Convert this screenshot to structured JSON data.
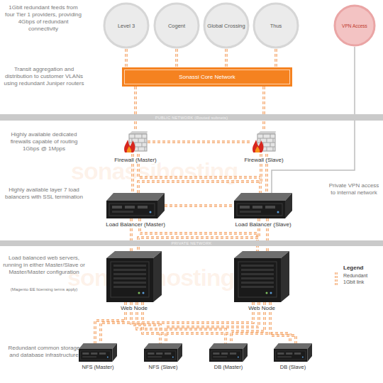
{
  "diagram": {
    "nodes": [
      {
        "text": [
          "Level 3"
        ]
      },
      {
        "text": [
          "Cogent"
        ]
      },
      {
        "text": [
          "Global Crossing"
        ]
      },
      {
        "text": [
          "Thus"
        ]
      },
      {
        "text": [
          "VPN Access"
        ]
      },
      {
        "text": [
          "Sonassi Core Network"
        ]
      },
      {
        "text": [
          "PUBLIC NETWORK (Routed subnets)"
        ]
      },
      {
        "text": [
          "Firewall (Master)"
        ]
      },
      {
        "text": [
          "Firewall (Slave)"
        ]
      },
      {
        "text": [
          "Load Balancer (Master)"
        ]
      },
      {
        "text": [
          "Load Balancer (Slave)"
        ]
      },
      {
        "text": [
          "PRIVATE NETWORK"
        ]
      },
      {
        "text": [
          "Web Node"
        ]
      },
      {
        "text": [
          "Web Node"
        ]
      },
      {
        "text": [
          "NFS (Master)"
        ]
      },
      {
        "text": [
          "NFS (Slave)"
        ]
      },
      {
        "text": [
          "DB (Master)"
        ]
      },
      {
        "text": [
          "DB (Slave)"
        ]
      }
    ],
    "edges": [
      {
        "from": 0,
        "to": 5,
        "arrow": "none"
      },
      {
        "from": 1,
        "to": 5,
        "arrow": "none"
      },
      {
        "from": 2,
        "to": 5,
        "arrow": "none"
      },
      {
        "from": 3,
        "to": 5,
        "arrow": "none"
      },
      {
        "from": 4,
        "to": 10,
        "arrow": "none"
      },
      {
        "from": 5,
        "to": 7,
        "arrow": "none"
      },
      {
        "from": 5,
        "to": 8,
        "arrow": "none"
      },
      {
        "from": 7,
        "to": 8,
        "arrow": "none"
      },
      {
        "from": 7,
        "to": 9,
        "arrow": "none"
      },
      {
        "from": 7,
        "to": 10,
        "arrow": "none"
      },
      {
        "from": 8,
        "to": 9,
        "arrow": "none"
      },
      {
        "from": 8,
        "to": 10,
        "arrow": "none"
      },
      {
        "from": 9,
        "to": 10,
        "arrow": "none"
      },
      {
        "from": 9,
        "to": 12,
        "arrow": "none"
      },
      {
        "from": 9,
        "to": 13,
        "arrow": "none"
      },
      {
        "from": 10,
        "to": 12,
        "arrow": "none"
      },
      {
        "from": 10,
        "to": 13,
        "arrow": "none"
      },
      {
        "from": 12,
        "to": 14,
        "arrow": "none"
      },
      {
        "from": 12,
        "to": 15,
        "arrow": "none"
      },
      {
        "from": 12,
        "to": 16,
        "arrow": "none"
      },
      {
        "from": 12,
        "to": 17,
        "arrow": "none"
      },
      {
        "from": 13,
        "to": 14,
        "arrow": "none"
      },
      {
        "from": 13,
        "to": 15,
        "arrow": "none"
      },
      {
        "from": 13,
        "to": 16,
        "arrow": "none"
      },
      {
        "from": 13,
        "to": 17,
        "arrow": "none"
      }
    ],
    "labels": [
      "1Gbit redundant feeds from four Tier 1 providers, providing 4Gbps of redundant connectivity",
      "Transit aggregation and distribution to customer VLANs using redundant Juniper routers",
      "Highly available dedicated firewalls capable of routing 1Gbps @ 1Mpps",
      "Highly available layer 7 load balancers with SSL termination",
      "Private VPN access to internal network",
      "Load balanced web servers, running in either Master/Slave or Master/Master configuration",
      "(Magento EE licensing terms apply)",
      "Redundant common storage and database infrastructure",
      "sonassihosting",
      "sonassihosting",
      "Legend"
    ],
    "legend": [
      {
        "text": "Redundant 1Gbit link"
      }
    ]
  }
}
